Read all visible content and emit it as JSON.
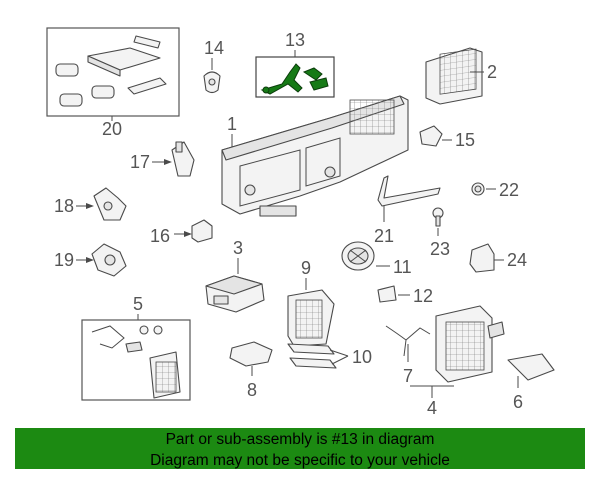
{
  "diagram": {
    "highlight_color": "#1c8a12",
    "callouts": {
      "c1": "1",
      "c2": "2",
      "c3": "3",
      "c4": "4",
      "c5": "5",
      "c6": "6",
      "c7": "7",
      "c8": "8",
      "c9": "9",
      "c10": "10",
      "c11": "11",
      "c12": "12",
      "c13": "13",
      "c14": "14",
      "c15": "15",
      "c16": "16",
      "c17": "17",
      "c18": "18",
      "c19": "19",
      "c20": "20",
      "c21": "21",
      "c22": "22",
      "c23": "23",
      "c24": "24"
    }
  },
  "banner": {
    "line1": "Part or sub-assembly is #13 in diagram",
    "line2": "Diagram may not be specific to your vehicle"
  }
}
